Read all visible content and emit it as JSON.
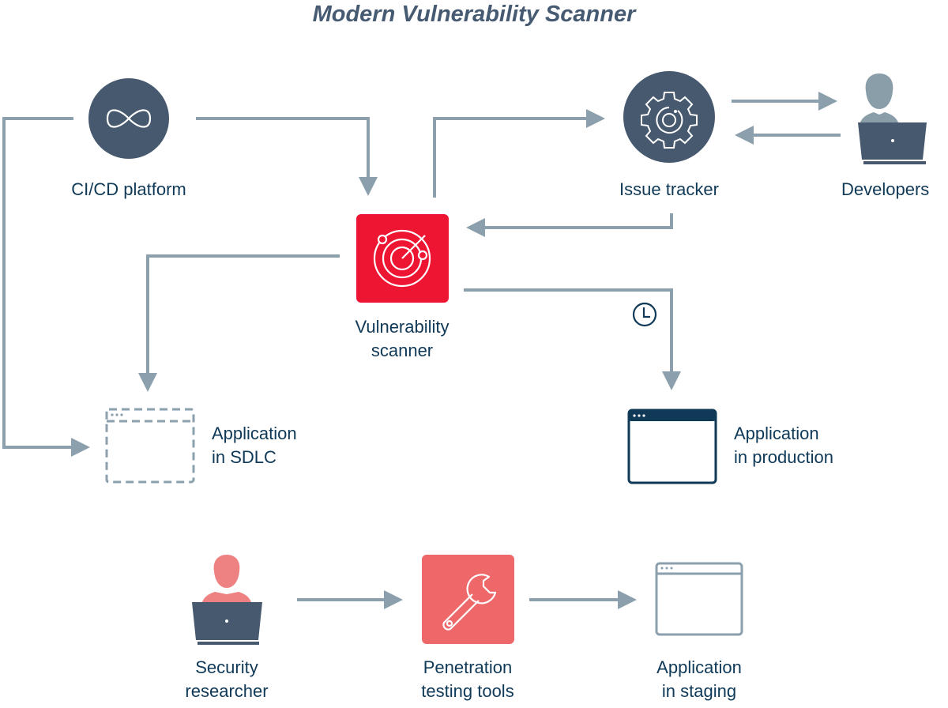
{
  "title": "Modern Vulnerability Scanner",
  "colors": {
    "slate": "#47596f",
    "arrow": "#8b9fad",
    "scanner_red": "#ee1533",
    "pen_red": "#ee686a",
    "person_head_gray": "#8a9eaa",
    "person_head_red": "#ee8282",
    "text": "#0f3957",
    "prod_window": "#0f3957",
    "staging_window": "#8b9fad"
  },
  "nodes": {
    "cicd": {
      "label": "CI/CD platform",
      "icon": "infinity-icon"
    },
    "scanner": {
      "label_line1": "Vulnerability",
      "label_line2": "scanner",
      "icon": "radar-icon"
    },
    "issue_tracker": {
      "label": "Issue tracker",
      "icon": "gear-icon"
    },
    "developers": {
      "label": "Developers",
      "icon": "developer-laptop-icon"
    },
    "app_sdlc": {
      "label_line1": "Application",
      "label_line2": "in SDLC",
      "icon": "dashed-window-icon"
    },
    "app_production": {
      "label_line1": "Application",
      "label_line2": "in production",
      "icon": "window-icon"
    },
    "security_researcher": {
      "label_line1": "Security",
      "label_line2": "researcher",
      "icon": "researcher-laptop-icon"
    },
    "pen_tools": {
      "label_line1": "Penetration",
      "label_line2": "testing tools",
      "icon": "wrench-icon"
    },
    "app_staging": {
      "label_line1": "Application",
      "label_line2": "in staging",
      "icon": "window-icon"
    }
  },
  "edges": [
    {
      "from": "cicd",
      "to": "scanner"
    },
    {
      "from": "cicd",
      "to": "app_sdlc"
    },
    {
      "from": "scanner",
      "to": "issue_tracker"
    },
    {
      "from": "issue_tracker",
      "to": "scanner"
    },
    {
      "from": "issue_tracker",
      "to": "developers"
    },
    {
      "from": "developers",
      "to": "issue_tracker"
    },
    {
      "from": "scanner",
      "to": "app_sdlc"
    },
    {
      "from": "scanner",
      "to": "app_production",
      "annotation": "clock-icon"
    },
    {
      "from": "security_researcher",
      "to": "pen_tools"
    },
    {
      "from": "pen_tools",
      "to": "app_staging"
    }
  ]
}
